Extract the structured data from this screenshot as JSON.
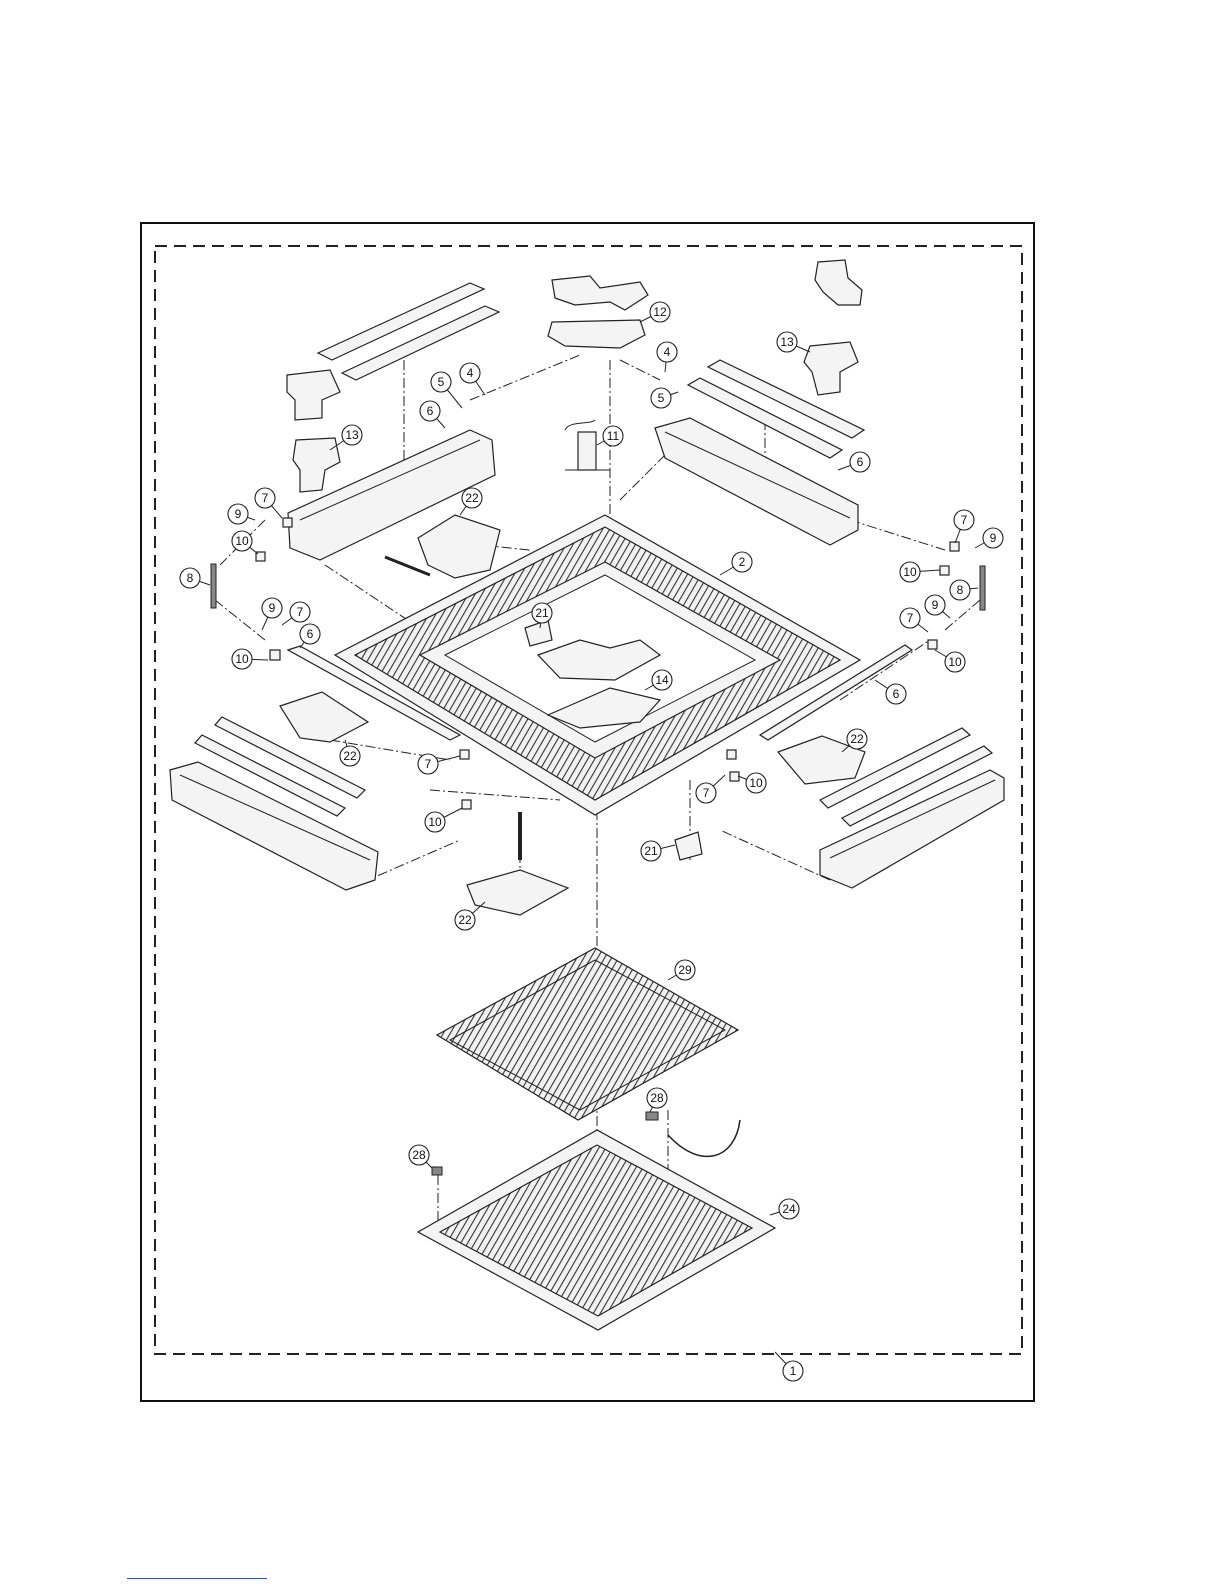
{
  "diagram": {
    "type": "exploded-parts-view",
    "callouts": [
      {
        "label": "1"
      },
      {
        "label": "2"
      },
      {
        "label": "4"
      },
      {
        "label": "4"
      },
      {
        "label": "5"
      },
      {
        "label": "5"
      },
      {
        "label": "6"
      },
      {
        "label": "6"
      },
      {
        "label": "6"
      },
      {
        "label": "6"
      },
      {
        "label": "7"
      },
      {
        "label": "7"
      },
      {
        "label": "7"
      },
      {
        "label": "7"
      },
      {
        "label": "7"
      },
      {
        "label": "7"
      },
      {
        "label": "8"
      },
      {
        "label": "8"
      },
      {
        "label": "9"
      },
      {
        "label": "9"
      },
      {
        "label": "9"
      },
      {
        "label": "9"
      },
      {
        "label": "10"
      },
      {
        "label": "10"
      },
      {
        "label": "10"
      },
      {
        "label": "10"
      },
      {
        "label": "10"
      },
      {
        "label": "10"
      },
      {
        "label": "11"
      },
      {
        "label": "12"
      },
      {
        "label": "13"
      },
      {
        "label": "13"
      },
      {
        "label": "14"
      },
      {
        "label": "21"
      },
      {
        "label": "21"
      },
      {
        "label": "22"
      },
      {
        "label": "22"
      },
      {
        "label": "22"
      },
      {
        "label": "22"
      },
      {
        "label": "24"
      },
      {
        "label": "28"
      },
      {
        "label": "28"
      },
      {
        "label": "29"
      }
    ]
  },
  "colors": {
    "line": "#222222",
    "link_underline": "#3355aa"
  }
}
